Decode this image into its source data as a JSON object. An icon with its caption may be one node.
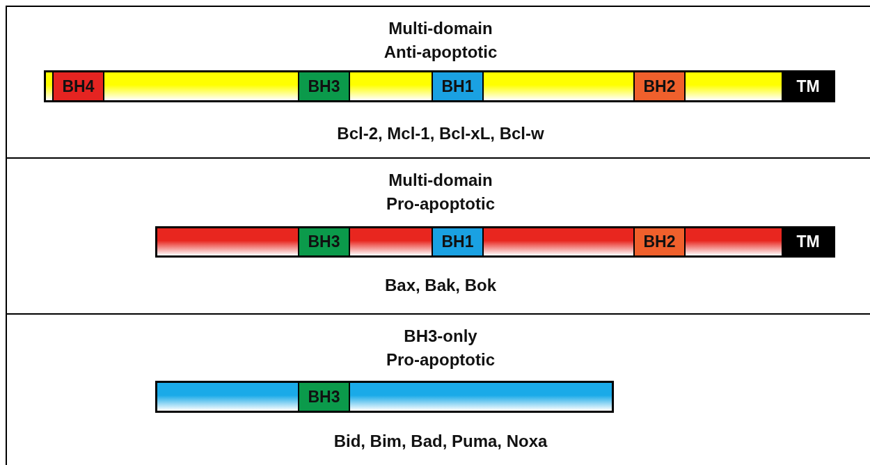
{
  "diagram": {
    "nodes": [
      {
        "text": [
          "Multi-domain Anti-apoptotic",
          "Bcl-2, Mcl-1, Bcl-xL, Bcl-w"
        ]
      },
      {
        "text": [],
        "shape": "bar",
        "in": 0
      },
      {
        "text": [
          "BH4"
        ],
        "in": 1
      },
      {
        "text": [
          "BH3"
        ],
        "in": 1
      },
      {
        "text": [
          "BH1"
        ],
        "in": 1
      },
      {
        "text": [
          "BH2"
        ],
        "in": 1
      },
      {
        "text": [
          "TM"
        ],
        "in": 1
      },
      {
        "text": [
          "Multi-domain Pro-apoptotic",
          "Bax, Bak, Bok"
        ]
      },
      {
        "text": [],
        "shape": "bar",
        "in": 7
      },
      {
        "text": [
          "BH3"
        ],
        "in": 8
      },
      {
        "text": [
          "BH1"
        ],
        "in": 8
      },
      {
        "text": [
          "BH2"
        ],
        "in": 8
      },
      {
        "text": [
          "TM"
        ],
        "in": 8
      },
      {
        "text": [
          "BH3-only Pro-apoptotic",
          "Bid, Bim, Bad, Puma, Noxa"
        ]
      },
      {
        "text": [],
        "shape": "bar",
        "in": 13
      },
      {
        "text": [
          "BH3"
        ],
        "in": 14
      }
    ]
  }
}
